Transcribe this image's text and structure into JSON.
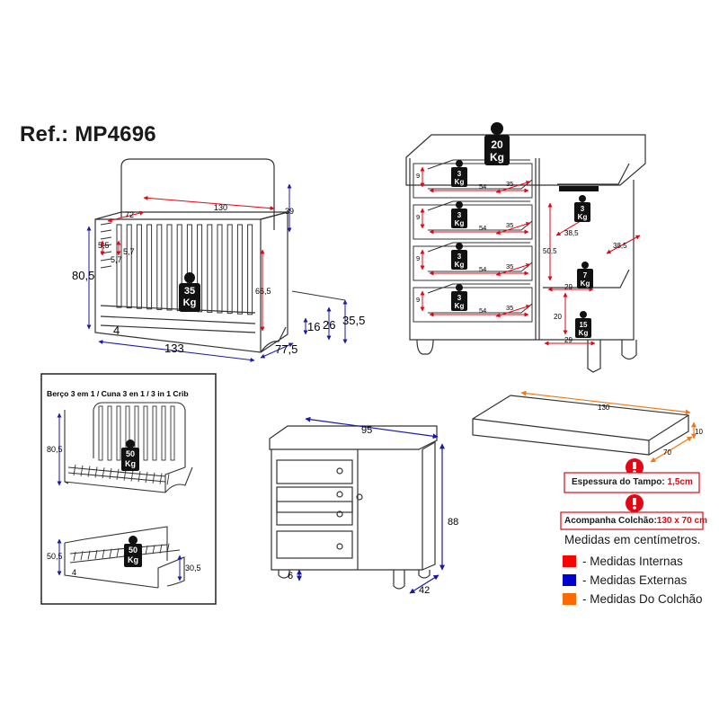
{
  "reference": "Ref.: MP4696",
  "crib": {
    "weight": [
      "35",
      "Kg"
    ],
    "dims": [
      "130",
      "39",
      "72",
      "5,5",
      "5,7",
      "5,7",
      "80,5",
      "66,5",
      "4",
      "133",
      "77,5",
      "16",
      "26",
      "35,5"
    ]
  },
  "dresser_open": {
    "top_weight": [
      "20",
      "Kg"
    ],
    "drawer_weight": [
      "3",
      "Kg"
    ],
    "drawer_dims": [
      "9",
      "54",
      "35"
    ],
    "door_hanger_weight": [
      "3",
      "Kg"
    ],
    "shelf_weight": [
      "7",
      "Kg"
    ],
    "bottom_weight": [
      "15",
      "Kg"
    ],
    "side_dims": [
      "38,5",
      "38,5",
      "50,5",
      "29",
      "20",
      "29"
    ]
  },
  "crib_modes": {
    "title": "Berço 3 em 1 / Cuna 3 en 1 / 3 in 1 Crib",
    "mini_bed_weight": [
      "50",
      "Kg"
    ],
    "mini_bed_dims": [
      "80,5"
    ],
    "bed_weight": [
      "50",
      "Kg"
    ],
    "bed_dims": [
      "50,5",
      "4",
      "30,5"
    ]
  },
  "dresser_closed": {
    "dims": [
      "95",
      "88",
      "6",
      "42"
    ]
  },
  "mattress": {
    "dims": [
      "130",
      "10",
      "70"
    ]
  },
  "notes": {
    "top_thickness_label": "Espessura do Tampo:",
    "top_thickness_value": "1,5cm",
    "mattress_label": "Acompanha Colchão:",
    "mattress_value": "130 x 70 cm"
  },
  "legend": {
    "title": "Medidas em centímetros.",
    "items": [
      {
        "label": "- Medidas Internas",
        "color": "#ff0000"
      },
      {
        "label": "- Medidas Externas",
        "color": "#0000cc"
      },
      {
        "label": "- Medidas Do Colchão",
        "color": "#ff6a00"
      }
    ]
  },
  "colors": {
    "internal": "#e30613",
    "external": "#1a1aa8",
    "mattress": "#f07a1a",
    "line": "#333333"
  }
}
